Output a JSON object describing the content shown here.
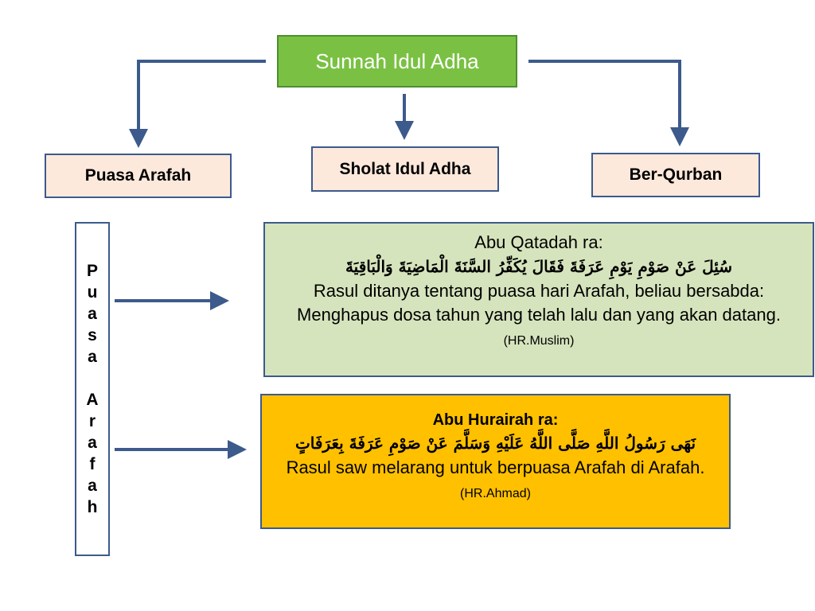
{
  "root": {
    "label": "Sunnah Idul Adha"
  },
  "branches": [
    {
      "label": "Puasa Arafah"
    },
    {
      "label": "Sholat Idul Adha"
    },
    {
      "label": "Ber-Qurban"
    }
  ],
  "vertical_label": [
    "P",
    "u",
    "a",
    "s",
    "a",
    " ",
    "A",
    "r",
    "a",
    "f",
    "a",
    "h"
  ],
  "hadith_1": {
    "narrator": "Abu Qatadah ra:",
    "arabic": "سُئِلَ عَنْ صَوْمِ يَوْمِ عَرَفَةَ فَقَالَ يُكَفِّرُ السَّنَةَ الْمَاضِيَةَ وَالْبَاقِيَةَ",
    "translation": "Rasul ditanya tentang puasa hari Arafah, beliau bersabda: Menghapus dosa tahun yang telah lalu dan yang akan datang.",
    "source": "(HR.Muslim)"
  },
  "hadith_2": {
    "narrator": "Abu Hurairah ra:",
    "arabic": "نَهَى رَسُولُ اللَّهِ صَلَّى اللَّهُ عَلَيْهِ وَسَلَّمَ عَنْ صَوْمِ عَرَفَةَ بِعَرَفَاتٍ",
    "translation": "Rasul saw melarang untuk berpuasa Arafah di Arafah.",
    "source": "(HR.Ahmad)"
  },
  "colors": {
    "root_fill": "#7ac143",
    "branch_fill": "#fde9dc",
    "hadith_1_fill": "#d6e4bd",
    "hadith_2_fill": "#ffc000",
    "connector": "#3c5a8c"
  }
}
